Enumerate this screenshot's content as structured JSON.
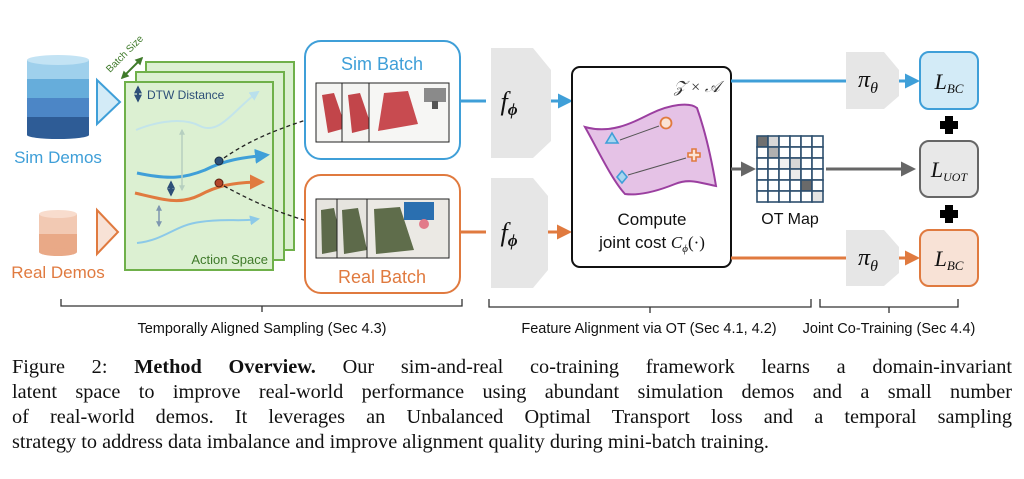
{
  "figure": {
    "label": "Figure 2:",
    "title": "Method Overview.",
    "caption_lines": [
      "Our sim-and-real co-training framework learns a domain-invariant",
      "latent space to improve real-world performance using abundant simulation demos and a small number",
      "of real-world demos. It leverages an Unbalanced Optimal Transport loss and a temporal sampling",
      "strategy to address data imbalance and improve alignment quality during mini-batch training."
    ]
  },
  "colors": {
    "sim_blue": "#3f9fd8",
    "real_orange": "#e07a3f",
    "action_space_green": "#6fb04a",
    "action_space_fill": "#dcf0d2",
    "gray_block": "#e6e6e6",
    "manifold_fill": "#e5c2e6",
    "manifold_stroke": "#9b3fa0",
    "loss_sim_fill": "#d3ebf7",
    "loss_real_fill": "#f8e2d6",
    "loss_uot_fill": "#e8e8e8"
  },
  "inputs": {
    "sim_demos": "Sim Demos",
    "real_demos": "Real Demos"
  },
  "sampling": {
    "batch_size_label": "Batch Size",
    "dtw_label": "DTW Distance",
    "action_space_label": "Action Space"
  },
  "batches": {
    "sim_batch": "Sim Batch",
    "real_batch": "Real Batch"
  },
  "encoders": {
    "sim_encoder": "f",
    "sim_encoder_sub": "ϕ",
    "real_encoder": "f",
    "real_encoder_sub": "ϕ"
  },
  "alignment": {
    "space_label": "𝒵 × 𝒜",
    "compute_line1": "Compute",
    "compute_line2": "joint cost ",
    "cost_symbol": "C",
    "cost_sub": "ϕ",
    "cost_arg": "(·)"
  },
  "ot_map": {
    "label": "OT Map",
    "size": 6,
    "cells": [
      {
        "row": 0,
        "col": 0,
        "shade": "#707070"
      },
      {
        "row": 0,
        "col": 1,
        "shade": "#d8d8d8"
      },
      {
        "row": 1,
        "col": 1,
        "shade": "#b0b0b0"
      },
      {
        "row": 2,
        "col": 2,
        "shade": "#f0f0f0"
      },
      {
        "row": 2,
        "col": 3,
        "shade": "#d6d6d6"
      },
      {
        "row": 3,
        "col": 3,
        "shade": "#ebebeb"
      },
      {
        "row": 4,
        "col": 4,
        "shade": "#6a6a6a"
      },
      {
        "row": 5,
        "col": 5,
        "shade": "#e4e4e4"
      }
    ]
  },
  "policies": {
    "sim_policy": "π",
    "sim_policy_sub": "θ",
    "real_policy": "π",
    "real_policy_sub": "θ"
  },
  "losses": {
    "sim_loss": "L",
    "sim_loss_sub": "BC",
    "uot_loss": "L",
    "uot_loss_sub": "UOT",
    "real_loss": "L",
    "real_loss_sub": "BC",
    "plus_symbol": "+"
  },
  "sections": {
    "sampling": "Temporally Aligned Sampling (Sec 4.3)",
    "alignment": "Feature Alignment via OT (Sec 4.1, 4.2)",
    "cotraining": "Joint Co-Training (Sec 4.4)"
  }
}
